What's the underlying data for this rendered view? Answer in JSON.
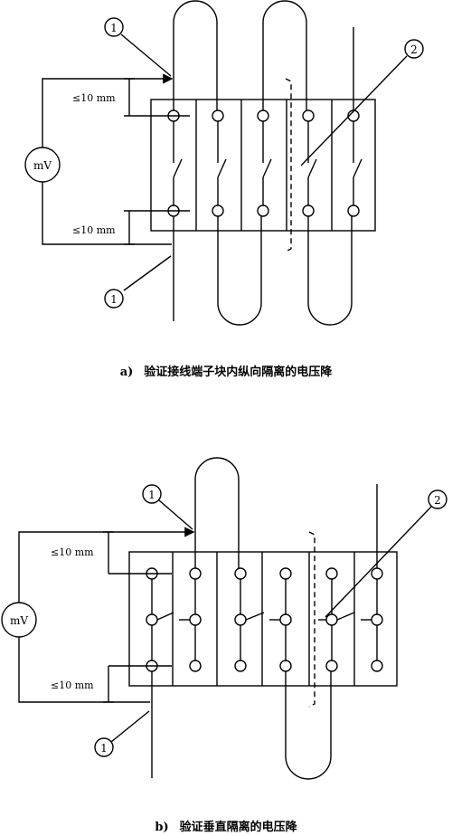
{
  "figure_a": {
    "caption_tag": "a)",
    "caption_text": "验证接线端子块内纵向隔离的电压降",
    "meter_label": "mV",
    "dim_top": "≤10 mm",
    "dim_bottom": "≤10 mm",
    "callout_1_top": "1",
    "callout_1_bottom": "1",
    "callout_2": "2"
  },
  "figure_b": {
    "caption_tag": "b)",
    "caption_text": "验证垂直隔离的电压降",
    "meter_label": "mV",
    "dim_top": "≤10 mm",
    "dim_bottom": "≤10 mm",
    "callout_1_top": "1",
    "callout_1_bottom": "1",
    "callout_2": "2"
  }
}
